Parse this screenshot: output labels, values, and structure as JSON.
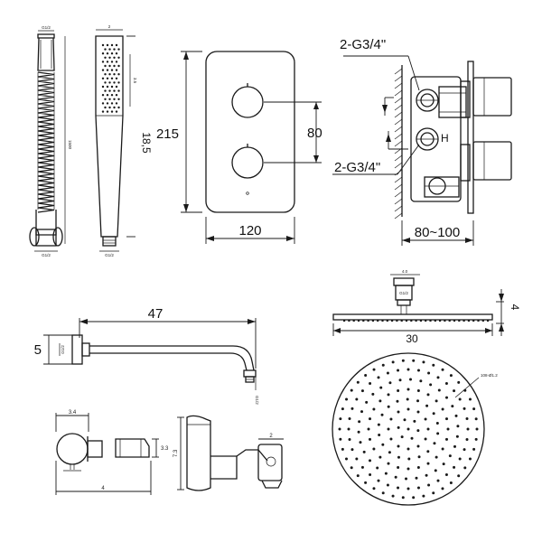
{
  "views": {
    "hose": {
      "top_label": "G1/2",
      "length_label": "1500",
      "bottom_label": "G1/2"
    },
    "hand_shower": {
      "width_label": "2",
      "spray_label": "3.5",
      "length_label": "18,5",
      "bottom_label": "G1/2"
    },
    "valve_front": {
      "height_label": "215",
      "spacing_label": "80",
      "width_label": "120"
    },
    "valve_side": {
      "inlet_top_label": "2-G3/4\"",
      "inlet_bottom_label": "2-G3/4\"",
      "depth_label": "80~100",
      "hot_mark": "H"
    },
    "shower_arm": {
      "length_label": "47",
      "height_label": "5",
      "thread_label": "G1/2",
      "bottom_label": "G1/2"
    },
    "overhead_side": {
      "top_small_label": "4.0",
      "block_label": "G1/2",
      "thickness_label": "4",
      "diameter_label": "30"
    },
    "overhead_top": {
      "callout_label": "108-Ø1.2"
    },
    "wall_elbow": {
      "width_label": "3.4",
      "height_label": "3.3",
      "length_label": "4"
    },
    "holder": {
      "height_label": "7.3",
      "width_label": "2"
    }
  }
}
